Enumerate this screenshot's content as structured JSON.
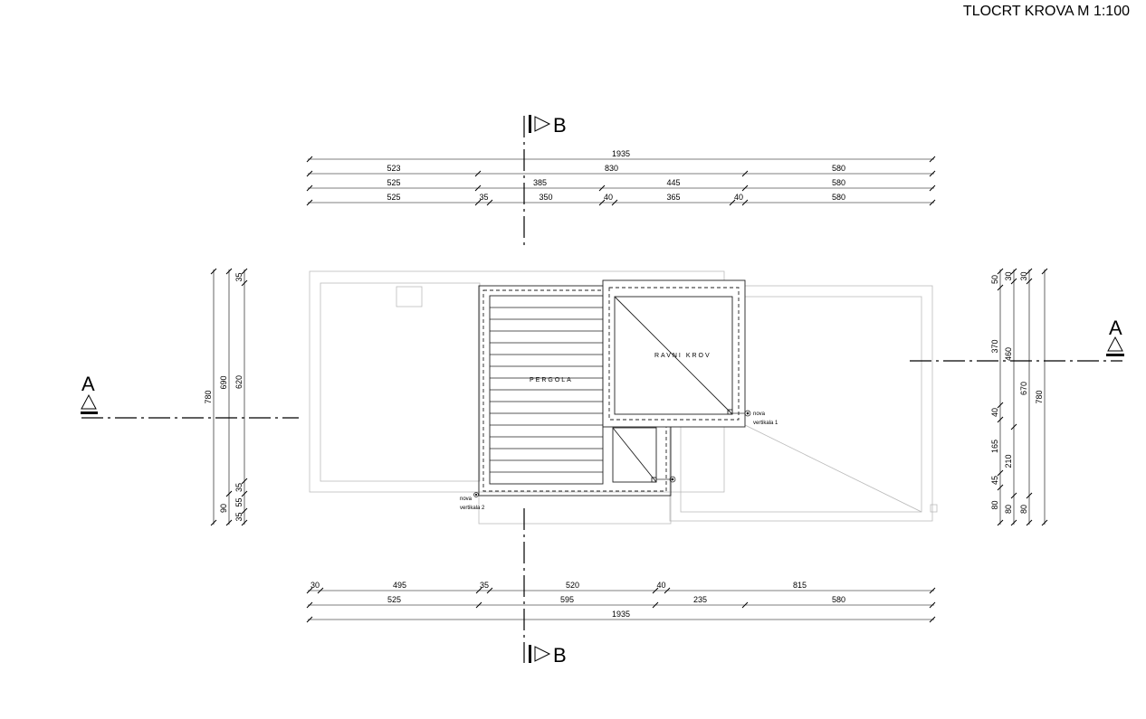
{
  "title": "TLOCRT KROVA M 1:100",
  "section_a": "A",
  "section_b": "B",
  "labels": {
    "pergola": "PERGOLA",
    "ravni_krov": "RAVNI KROV",
    "vert1": [
      "nova",
      "vertikala 1"
    ],
    "vert2": [
      "nova",
      "vertikala 2"
    ]
  },
  "dims_top": {
    "overall": "1935",
    "row1": [
      "523",
      "830",
      "580"
    ],
    "row2": [
      "525",
      "385",
      "445",
      "580"
    ],
    "row3": [
      "525",
      "35",
      "350",
      "40",
      "365",
      "40",
      "580"
    ]
  },
  "dims_bottom": {
    "row1": [
      "30",
      "495",
      "35",
      "520",
      "40",
      "815"
    ],
    "row2": [
      "525",
      "595",
      "235",
      "580"
    ],
    "overall": "1935"
  },
  "dims_left": {
    "overall": "780",
    "col2": [
      "690",
      "90"
    ],
    "col3": [
      "35",
      "620",
      "35",
      "55",
      "35"
    ]
  },
  "dims_right": {
    "col1": [
      "50",
      "370",
      "40",
      "165",
      "45",
      "80"
    ],
    "col2": [
      "30",
      "460",
      "210",
      "80"
    ],
    "col3": [
      "30",
      "670",
      "80"
    ],
    "overall": "780"
  }
}
